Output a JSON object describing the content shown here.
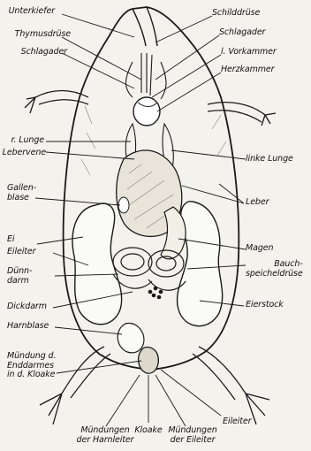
{
  "labels": {
    "unterkiefer": "Unterkiefer",
    "thymusdruese": "Thymusdrüse",
    "schlagader_left": "Schlagader",
    "schilddruese": "Schilddrüse",
    "schlagader_right": "Schlagader",
    "l_vorkammer": "l. Vorkammer",
    "herzkammer": "Herzkammer",
    "r_lunge": "r. Lunge",
    "lebervene": "Lebervene",
    "linke_lunge": "linke Lunge",
    "gallenblase_1": "Gallen-",
    "gallenblase_2": "blase",
    "leber": "Leber",
    "ei": "Ei",
    "eileiter_left": "Eileiter",
    "magen": "Magen",
    "duenndarm_1": "Dünn-",
    "duenndarm_2": "darm",
    "bauchspeichel_1": "Bauch-",
    "bauchspeichel_2": "speicheldrüse",
    "dickdarm": "Dickdarm",
    "eierstock": "Eierstock",
    "harnblase": "Harnblase",
    "muendung_enddarm_1": "Mündung d.",
    "muendung_enddarm_2": "Enddarmes",
    "muendung_enddarm_3": "in d. Kloake",
    "muendung_harnleiter_1": "Mündungen",
    "muendung_harnleiter_2": "der Harnleiter",
    "kloake": "Kloake",
    "muendung_eileiter_1": "Mündungen",
    "muendung_eileiter_2": "der Eileiter",
    "eileiter_bottom": "Eileiter"
  }
}
